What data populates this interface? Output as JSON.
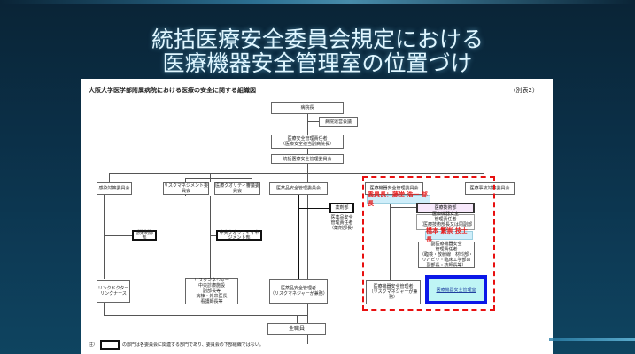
{
  "slide": {
    "title_line1": "統括医療安全委員会規定における",
    "title_line2": "医療機器安全管理室の位置づけ"
  },
  "sheet": {
    "title": "大阪大学医学部附属病院における医療の安全に関する組織図",
    "ref": "（別表2）",
    "note_prefix": "注）",
    "note_text": "の部門は各委員会に関連する部門であり、委員会の下部組織ではない。"
  },
  "org": {
    "director": "病院長",
    "management_meeting": "病院運営会議",
    "safety_officer_line1": "医療安全管理責任者",
    "safety_officer_line2": "（医療安全担当副病院長）",
    "general_committee": "統括医療安全管理委員会",
    "infection_committee": "感染対策委員会",
    "risk_committee": "リスクマネジメント委員会",
    "qi_committee": "医療クオリティ審議委員会",
    "drug_committee": "医薬品安全管理委員会",
    "device_committee": "医療機器安全管理委員会",
    "accident_committee": "医療事故対策委員会",
    "infection_dept": "感染制御部",
    "risk_dept": "中央クオリティマネジメント部",
    "pharmacy": "薬剤部",
    "pharmacy_sub": [
      "医薬品安全",
      "管理責任者",
      "（薬剤部長）"
    ],
    "link_doctor": [
      "リンクドクター",
      "リンクナース"
    ],
    "risk_manager": [
      "リスクマネジャー",
      "中央診療施設",
      "副部長等",
      "病棟・外来医長",
      "看護師長等"
    ],
    "drug_manager_line1": "医薬品安全管理者",
    "drug_manager_line2": "（リスクマネジャーが兼務）",
    "chair_label": "委員長：藤堂 浩一 部長",
    "tech_dept": "医療技術部",
    "device_officer": [
      "医療機器安全",
      "管理責任者",
      "（医療技術部長又は同副部長）"
    ],
    "officer_name_label": "橋本 繁崇 技士長",
    "vice_officer": [
      "副医療機器安全",
      "管理責任者",
      "（臨検・放射線・材料部・",
      "リハビリ・臨床工学部の",
      "副部長・技師長等）"
    ],
    "device_manager_line1": "医療機器安全管理者",
    "device_manager_line2": "（リスクマネジャーが兼務）",
    "device_office": "医療機器安全管理室",
    "all_staff": "全職員"
  },
  "colors": {
    "highlight_red": "#e81010",
    "office_blue": "#0a17e8",
    "office_fill": "#bff5f5",
    "label_fill": "#cfeefa"
  }
}
